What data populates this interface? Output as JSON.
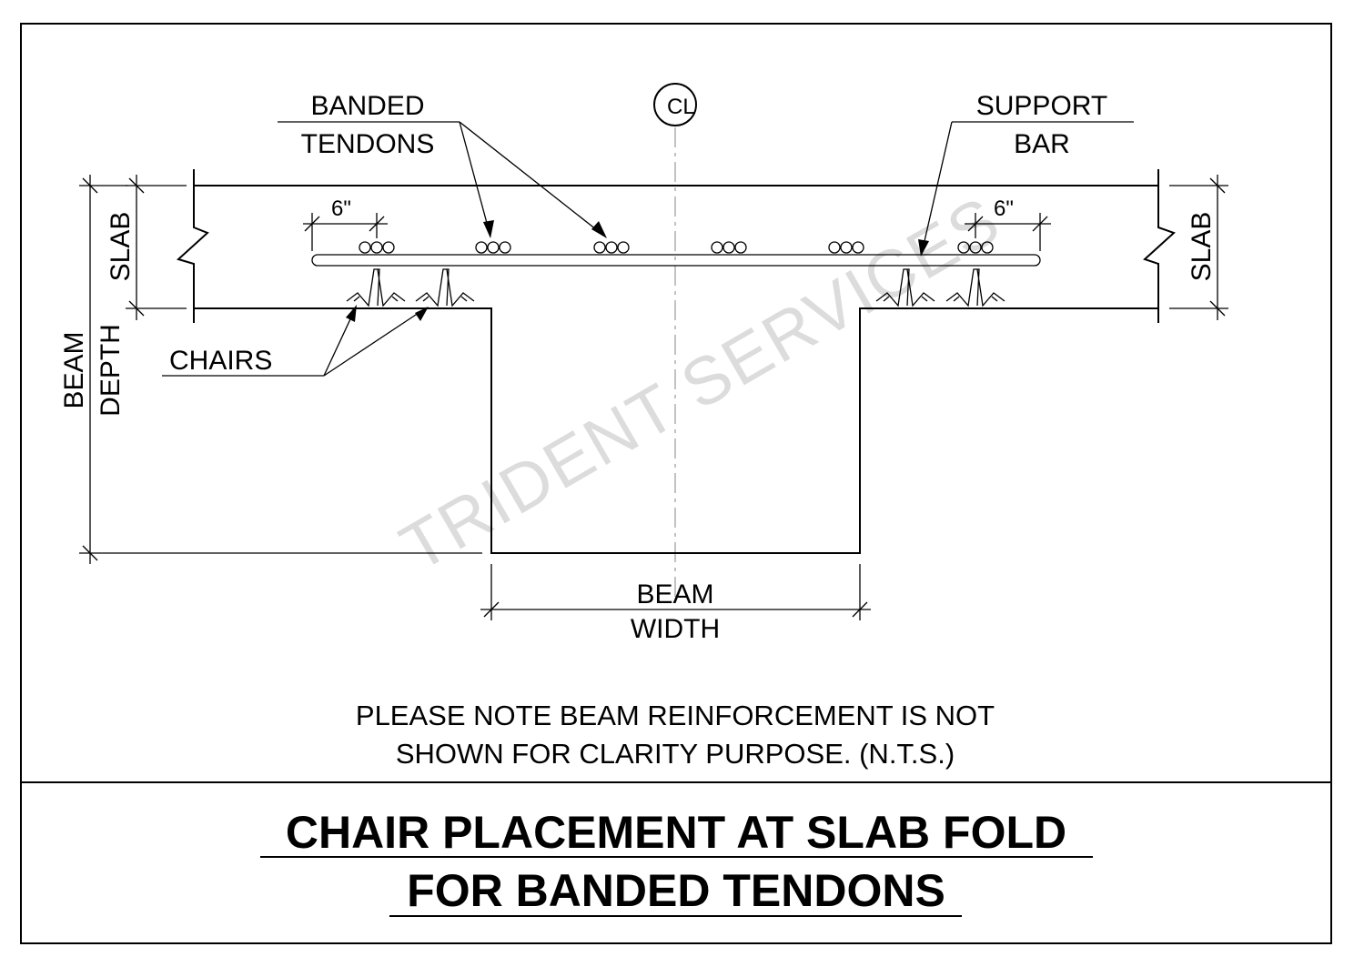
{
  "labels": {
    "banded_tendons": [
      "BANDED",
      "TENDONS"
    ],
    "support_bar": [
      "SUPPORT",
      "BAR"
    ],
    "centerline_symbol": "CL",
    "chairs": "CHAIRS",
    "slab_left": "SLAB",
    "slab_right": "SLAB",
    "beam_depth": [
      "BEAM",
      "DEPTH"
    ],
    "beam_width": [
      "BEAM",
      "WIDTH"
    ],
    "dim_left": "6\"",
    "dim_right": "6\""
  },
  "note": [
    "PLEASE NOTE BEAM REINFORCEMENT IS NOT",
    "SHOWN FOR CLARITY PURPOSE. (N.T.S.)"
  ],
  "title": [
    "CHAIR PLACEMENT AT SLAB FOLD",
    "FOR BANDED TENDONS"
  ],
  "watermark": "TRIDENT SERVICES",
  "colors": {
    "line": "#000000",
    "background": "#ffffff",
    "watermark": "#dcdcdc",
    "centerline": "#9a9a9a"
  }
}
